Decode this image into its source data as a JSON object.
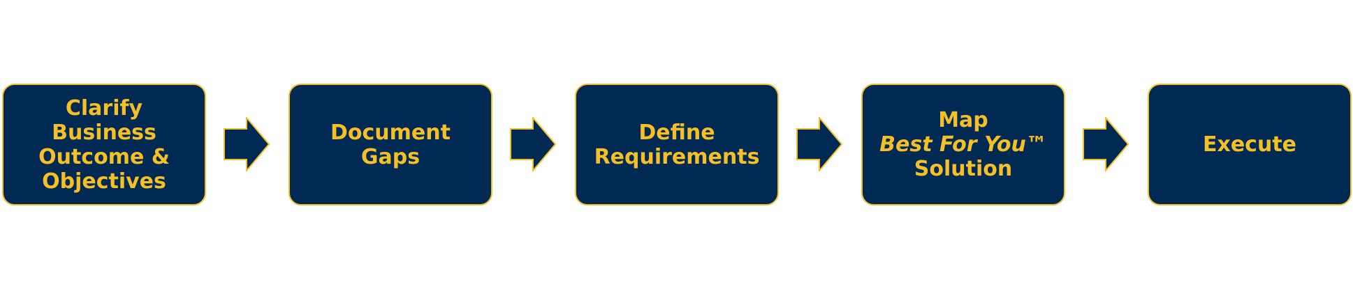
{
  "colors": {
    "box_fill": "#002a54",
    "box_border": "#f5bf27",
    "text": "#f5bf27",
    "arrow_fill": "#002a54",
    "arrow_border": "#f5bf27"
  },
  "steps": [
    {
      "lines": [
        "Clarify",
        "Business",
        "Outcome &",
        "Objectives"
      ]
    },
    {
      "lines": [
        "Document",
        "Gaps"
      ]
    },
    {
      "lines": [
        "Define",
        "Requirements"
      ]
    },
    {
      "lines": [
        "Map",
        "Best For You™",
        "Solution"
      ]
    },
    {
      "lines": [
        "Execute"
      ]
    }
  ],
  "arrows": [
    {
      "icon": "right-arrow-icon"
    },
    {
      "icon": "right-arrow-icon"
    },
    {
      "icon": "right-arrow-icon"
    },
    {
      "icon": "right-arrow-icon"
    }
  ]
}
